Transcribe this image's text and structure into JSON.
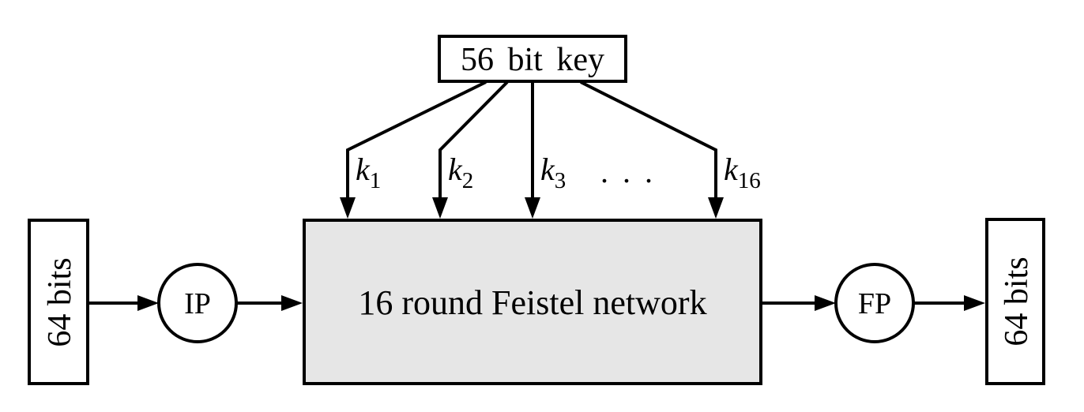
{
  "colors": {
    "line": "#000000",
    "feistel_fill": "#e6e6e6",
    "node_fill": "#ffffff",
    "background": "#ffffff"
  },
  "key_box": {
    "label": "56 bit key"
  },
  "round_keys": [
    {
      "base": "k",
      "sub": "1"
    },
    {
      "base": "k",
      "sub": "2"
    },
    {
      "base": "k",
      "sub": "3"
    },
    {
      "base": "k",
      "sub": "16"
    }
  ],
  "ellipsis": ". . .",
  "input_box": {
    "label": "64 bits"
  },
  "ip_node": {
    "label": "IP"
  },
  "feistel_box": {
    "label": "16 round Feistel network"
  },
  "fp_node": {
    "label": "FP"
  },
  "output_box": {
    "label": "64 bits"
  }
}
